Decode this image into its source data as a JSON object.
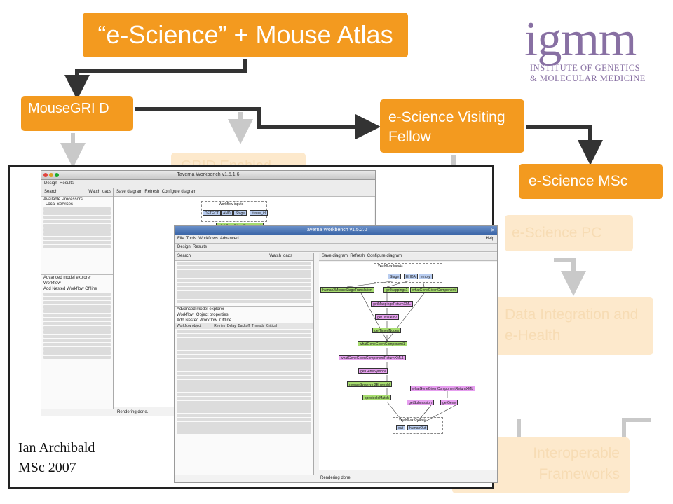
{
  "title": "“e-Science” + Mouse Atlas",
  "boxes": {
    "mousegrid": "MouseGRI D",
    "visiting_fellow": "e-Science Visiting Fellow",
    "msc": "e-Science MSc",
    "grid_enabled": "GRID Enabled",
    "escience_pc": "e-Science PC",
    "data_integration": "Data Integration and e-Health",
    "interoperable": "Interoperable Frameworks"
  },
  "logo": {
    "name": "igmm",
    "line1": "INSTITUTE OF GENETICS",
    "line2": "& MOLECULAR MEDICINE"
  },
  "caption": {
    "line1": "Ian Archibald",
    "line2": "MSc 2007"
  },
  "taverna_back": {
    "title": "Taverna Workbench v1.5.1.6",
    "tab_design": "Design",
    "tab_results": "Results",
    "search": "Search",
    "watch_loads": "Watch loads",
    "save_diagram": "Save diagram",
    "refresh": "Refresh",
    "configure": "Configure diagram",
    "processors_header": "Available Processors",
    "local_services": "Local Services",
    "model_explorer": "Advanced model explorer",
    "workflow_tab": "Workflow",
    "add_nested": "Add Nested Workflow",
    "offline": "Offline",
    "status": "Rendering done.",
    "inputs": "Workflow inputs",
    "nodes": [
      "DETECT",
      "AND",
      "Stage",
      "tissue_id"
    ],
    "node_component": "whatGeneGivenComponent"
  },
  "taverna_front": {
    "title": "Taverna Workbench v1.5.2.0",
    "menu": [
      "File",
      "Tools",
      "Workflows",
      "Advanced"
    ],
    "help": "Help",
    "tab_design": "Design",
    "tab_results": "Results",
    "search": "Search",
    "watch_loads": "Watch loads",
    "save_diagram": "Save diagram",
    "refresh": "Refresh",
    "configure": "Configure diagram",
    "model_explorer": "Advanced model explorer",
    "workflow_tab": "Workflow",
    "object_props": "Object properties",
    "add_nested": "Add Nested Workflow",
    "offline": "Offline",
    "cols": [
      "Workflow object",
      "Retries",
      "Delay",
      "Backoff",
      "Threads",
      "Critical"
    ],
    "status": "Rendering done.",
    "workflow_inputs": "Workflow Inputs",
    "workflow_outputs": "Workflow Outputs",
    "in_nodes": [
      "Stage",
      "EHDA",
      "empty"
    ],
    "nodes": [
      "human2MouseStageTranslation",
      "getMappings1",
      "whatGeneGivenComponent",
      "getMappingsReturnXML",
      "getTissueId2",
      "getTimedNodes",
      "whatGeneGivenComponent1",
      "whatGeneGivenComponentReturnXML1",
      "getGeneSymbol",
      "mouseSynonym2Ensembl",
      "speciesIdMatch",
      "whatGeneGivenComponentReturnXML",
      "getSubmission",
      "getGene"
    ],
    "out_nodes": [
      "out",
      "humanOut"
    ]
  }
}
